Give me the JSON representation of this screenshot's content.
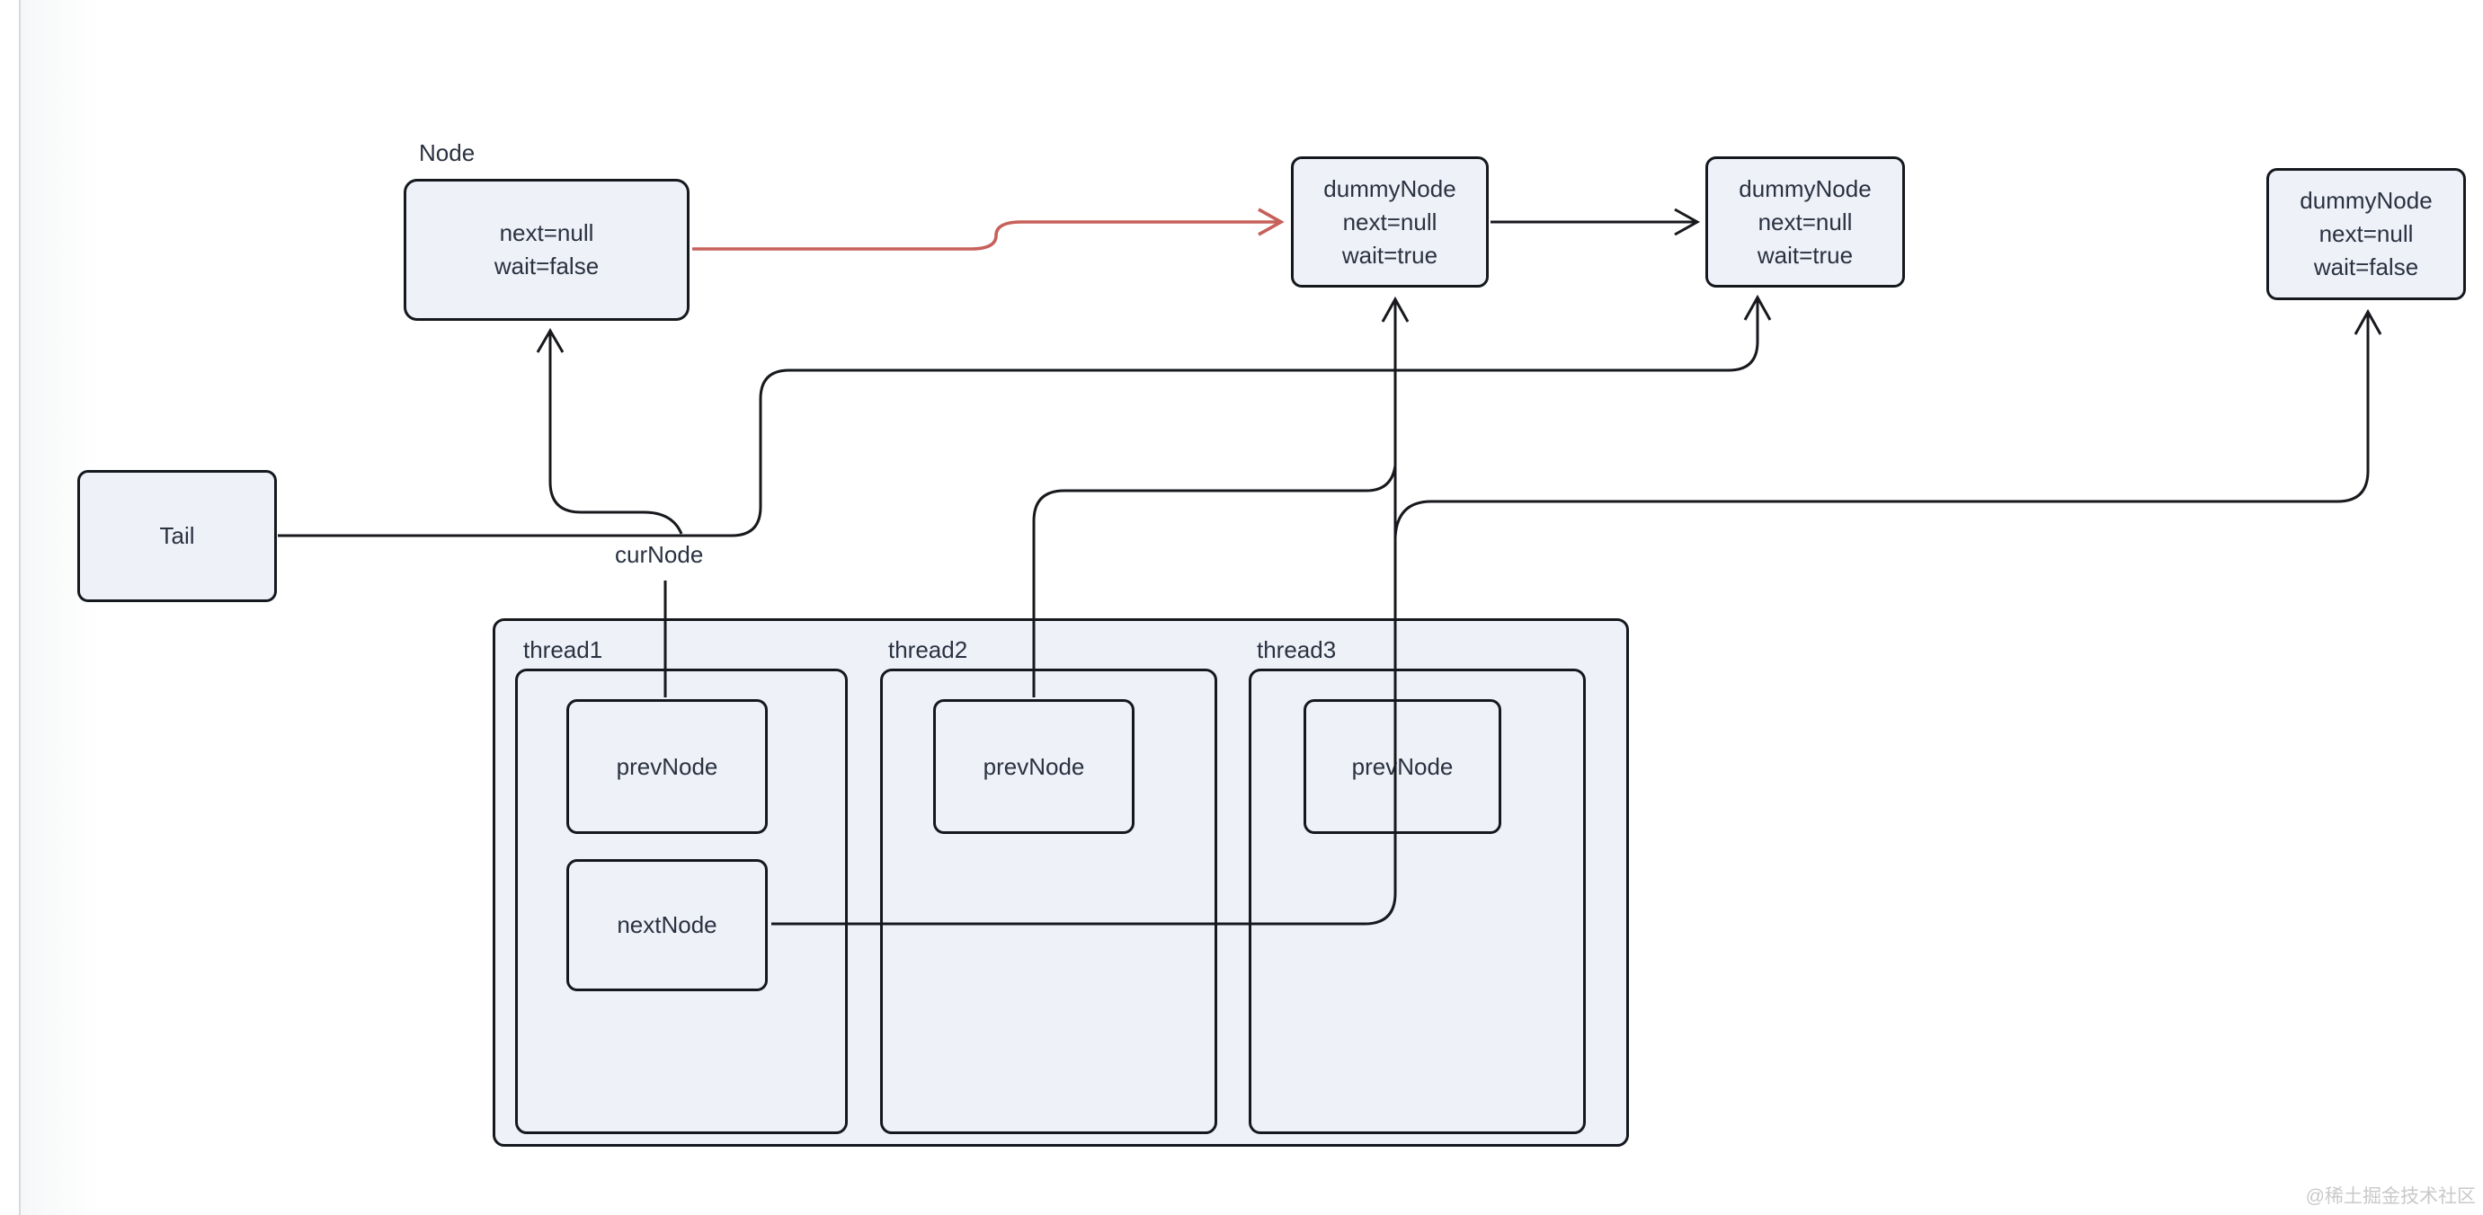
{
  "page": {
    "watermark": "@稀土掘金技术社区"
  },
  "colors": {
    "background": "#ffffff",
    "box_fill": "#eef1f8",
    "box_border": "#15181d",
    "text": "#2a3140",
    "connector": "#17191d",
    "red_arrow": "#c7605a",
    "watermark_text": "#c9c9c9",
    "left_divider": "#d9d9d9"
  },
  "diagram": {
    "node": {
      "title": "Node",
      "lines": [
        "next=null",
        "wait=false"
      ]
    },
    "dummy1": {
      "lines": [
        "dummyNode",
        "next=null",
        "wait=true"
      ]
    },
    "dummy2": {
      "lines": [
        "dummyNode",
        "next=null",
        "wait=true"
      ]
    },
    "dummy3": {
      "lines": [
        "dummyNode",
        "next=null",
        "wait=false"
      ]
    },
    "tail": {
      "label": "Tail"
    },
    "cur_node_label": "curNode",
    "threads": [
      {
        "label": "thread1",
        "boxes": [
          "prevNode",
          "nextNode"
        ]
      },
      {
        "label": "thread2",
        "boxes": [
          "prevNode"
        ]
      },
      {
        "label": "thread3",
        "boxes": [
          "prevNode"
        ]
      }
    ]
  }
}
